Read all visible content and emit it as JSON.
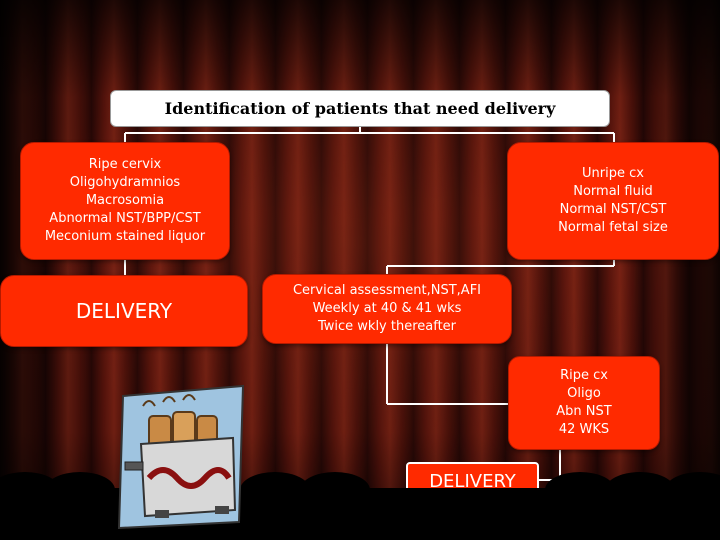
{
  "title": "Identification of patients that need delivery",
  "left_branch": {
    "lines": [
      "Ripe cervix",
      "Oligohydramnios",
      "Macrosomia",
      "Abnormal NST/BPP/CST",
      "Meconium stained liquor"
    ],
    "outcome": "DELIVERY"
  },
  "right_branch": {
    "lines": [
      "Unripe cx",
      "Normal fluid",
      "Normal NST/CST",
      "Normal fetal size"
    ]
  },
  "followup": {
    "lines": [
      "Cervical assessment,NST,AFI",
      "Weekly at 40 & 41 wks",
      "Twice wkly thereafter"
    ]
  },
  "ripe_late": {
    "lines": [
      "Ripe cx",
      "Oligo",
      "Abn NST",
      "42 WKS"
    ],
    "outcome": "DELIVERY"
  },
  "colors": {
    "box_red": "#ff2a00",
    "curtain": "#5a140c",
    "connector": "#ffffff"
  },
  "clipart": "toaster-icon"
}
